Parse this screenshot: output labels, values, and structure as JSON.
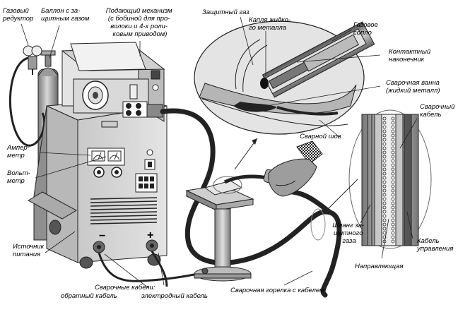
{
  "labels": {
    "gas_reducer": [
      "Газовый",
      "редуктор"
    ],
    "gas_cylinder": [
      "Баллон с за-",
      "щитным газом"
    ],
    "feed_mechanism": [
      "Подающий механизм",
      "(с бобиной для про-",
      "волоки и 4-х роли-",
      "ковым приводом)"
    ],
    "shielding_gas": "Защитный газ",
    "metal_drop": [
      "Капля жидко-",
      "го металла"
    ],
    "gas_nozzle": [
      "Газовое",
      "сопло"
    ],
    "contact_tip": [
      "Контактный",
      "наконечник"
    ],
    "weld_pool": [
      "Сварочная ванна",
      "(жидкий металл)"
    ],
    "weld_seam": "Сварной шов",
    "ammeter": [
      "Ампер-",
      "метр"
    ],
    "voltmeter": [
      "Вольт-",
      "метр"
    ],
    "welding_cable": [
      "Сварочный",
      "кабель"
    ],
    "power_source": [
      "Источник",
      "питания"
    ],
    "gas_hose": [
      "Шланг за-",
      "щитного",
      "газа"
    ],
    "control_cable": [
      "Кабель",
      "управления"
    ],
    "guide": "Направляющая",
    "welding_cables": "Сварочные кабели:",
    "return_cable": "обратный кабель",
    "electrode_cable": "электродный кабель",
    "torch_with_cable": "Сварочная горелка с кабелем"
  },
  "signs": {
    "minus": "−",
    "plus": "+"
  }
}
